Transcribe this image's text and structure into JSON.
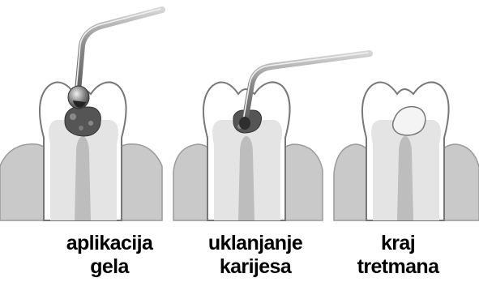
{
  "panels": [
    {
      "name": "gel-application",
      "caption": {
        "line1": "aplikacija",
        "line2": "gela"
      }
    },
    {
      "name": "caries-removal",
      "caption": {
        "line1": "uklanjanje",
        "line2": "karijesa"
      }
    },
    {
      "name": "treatment-end",
      "caption": {
        "line1": "kraj",
        "line2": "tretmana"
      }
    }
  ],
  "colors": {
    "gum": "#c9c9c9",
    "gum_edge": "#9a9a9a",
    "enamel": "#ffffff",
    "dentin": "#e4e4e4",
    "pulp": "#bdbdbd",
    "decay": "#555555",
    "filling": "#f4f4f4",
    "instrument": "#7a7a7a",
    "instrument_highlight": "#e8e8e8",
    "outline": "#777777"
  }
}
